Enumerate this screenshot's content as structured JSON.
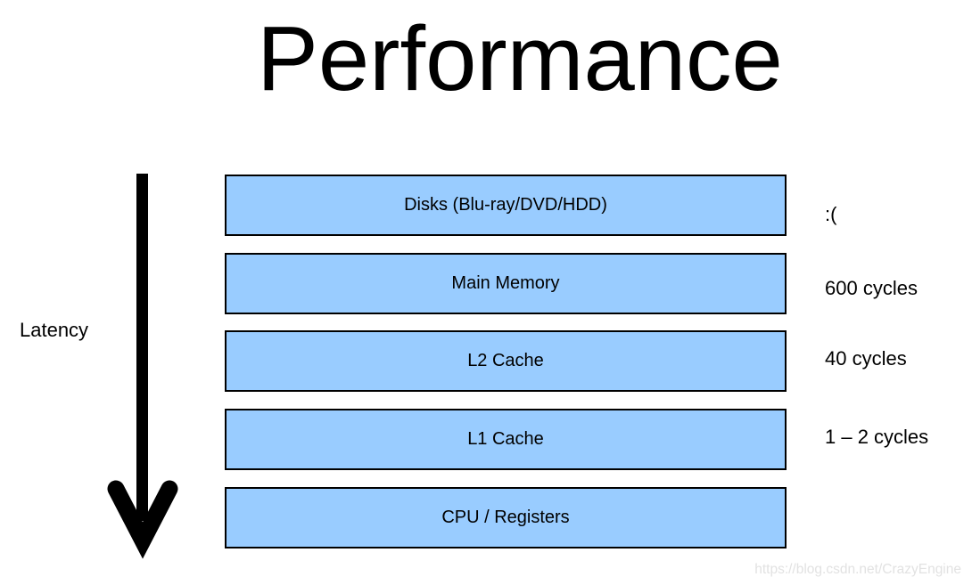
{
  "title": "Performance",
  "latency_axis": {
    "label": "Latency",
    "direction": "down"
  },
  "hierarchy": [
    {
      "label": "Disks (Blu-ray/DVD/HDD)",
      "latency": ":("
    },
    {
      "label": "Main Memory",
      "latency": "600 cycles"
    },
    {
      "label": "L2 Cache",
      "latency": "40 cycles"
    },
    {
      "label": "L1 Cache",
      "latency": "1 – 2 cycles"
    },
    {
      "label": "CPU / Registers",
      "latency": ""
    }
  ],
  "watermark": "https://blog.csdn.net/CrazyEngine",
  "colors": {
    "box_fill": "#99CCFF",
    "box_border": "#000000",
    "text": "#000000",
    "watermark": "#E2E2E2",
    "background": "#FFFFFF"
  }
}
